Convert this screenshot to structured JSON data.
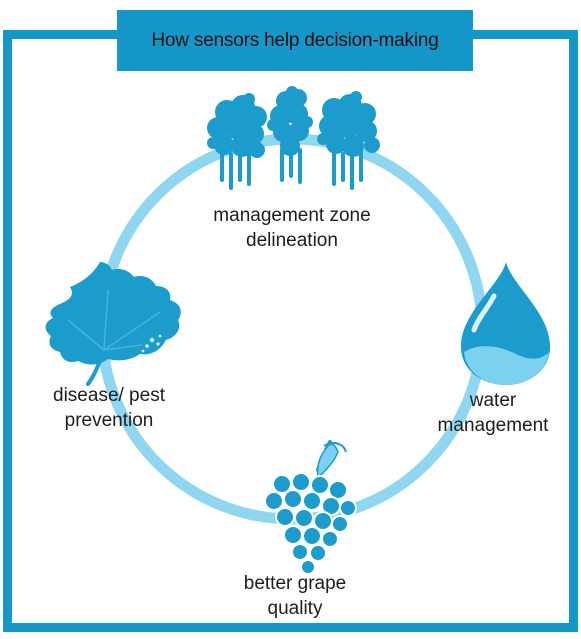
{
  "title": "How sensors help decision-making",
  "stages": [
    {
      "id": "management-zone",
      "icon": "vine-canopy-icon",
      "label_lines": [
        "management zone",
        "delineation"
      ]
    },
    {
      "id": "water",
      "icon": "water-drop-icon",
      "label_lines": [
        "water",
        "management"
      ]
    },
    {
      "id": "grape",
      "icon": "grape-bunch-icon",
      "label_lines": [
        "better grape",
        "quality"
      ]
    },
    {
      "id": "disease",
      "icon": "grape-leaf-icon",
      "label_lines": [
        "disease/ pest",
        "prevention"
      ]
    }
  ],
  "colors": {
    "frame": "#1598c9",
    "cycle_ring": "#8fd6f0",
    "icon": "#1b9ccd",
    "text": "#1d1d1d"
  }
}
